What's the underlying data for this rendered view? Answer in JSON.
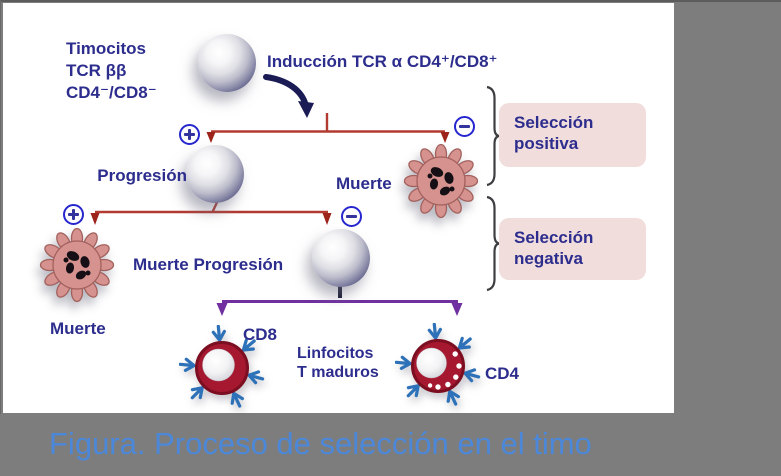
{
  "frame": {
    "caption": "Figura. Proceso de selección en el timo"
  },
  "diagram": {
    "thymocytes": {
      "line1": "Timocitos",
      "line2": "TCR ββ",
      "line3": "CD4⁻/CD8⁻"
    },
    "induction_label": "Inducción TCR α CD4⁺/CD8⁺",
    "progression_label": "Progresión",
    "death_top_label": "Muerte",
    "death_progression_label": "Muerte Progresión",
    "death_bottom_label": "Muerte",
    "cd8_label": "CD8",
    "mature": {
      "line1": "Linfocitos",
      "line2": "T maduros"
    },
    "cd4_label": "CD4",
    "positive_box": {
      "line1": "Selección",
      "line2": "positiva"
    },
    "negative_box": {
      "line1": "Selección",
      "line2": "negativa"
    }
  },
  "icons": {
    "plus_signal": "⊕",
    "minus_signal": "⊖"
  },
  "colors": {
    "background_gray": "#7d7d7d",
    "panel_white": "#ffffff",
    "navy_text": "#2d2d8e",
    "red_line": "#b23a31",
    "purple_line": "#7030a0",
    "signal_blue": "#2626cf",
    "pink_box": "#f1dddc",
    "caption_blue": "#4c88da",
    "cell_ring_red": "#a6182f",
    "receptor_blue": "#2d72b8",
    "apoptotic_pink": "#d6928f"
  }
}
